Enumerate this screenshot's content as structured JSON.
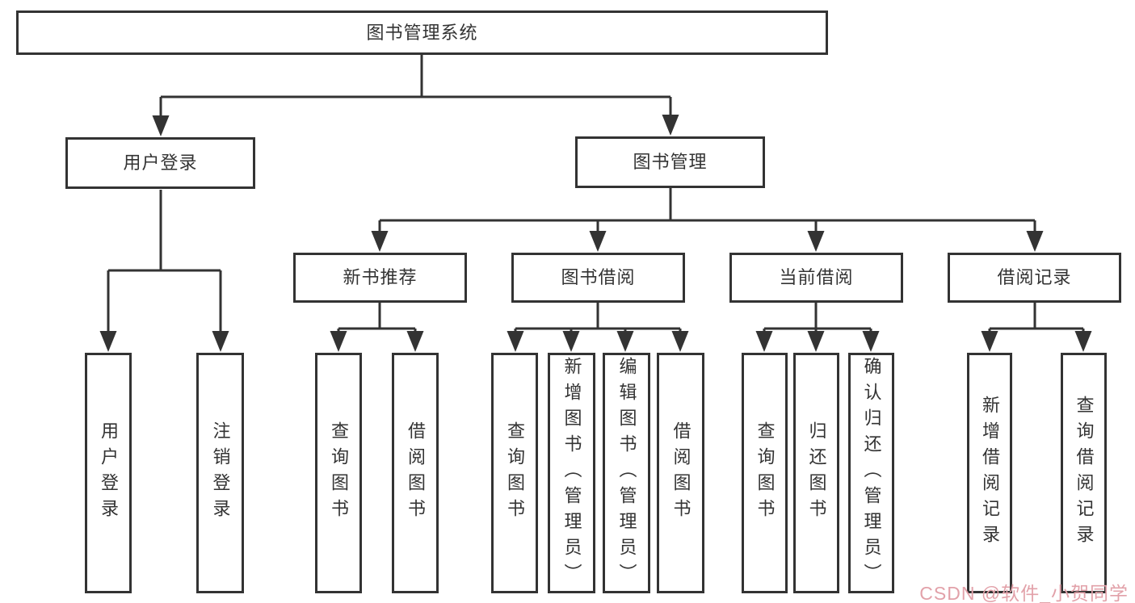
{
  "diagram_title": "图书管理系统",
  "tree": {
    "label": "图书管理系统",
    "children": [
      {
        "label": "用户登录",
        "children": [
          {
            "label": "用户登录"
          },
          {
            "label": "注销登录"
          }
        ]
      },
      {
        "label": "图书管理",
        "children": [
          {
            "label": "新书推荐",
            "children": [
              {
                "label": "查询图书"
              },
              {
                "label": "借阅图书"
              }
            ]
          },
          {
            "label": "图书借阅",
            "children": [
              {
                "label": "查询图书"
              },
              {
                "label": "新增图书（管理员）"
              },
              {
                "label": "编辑图书（管理员）"
              },
              {
                "label": "借阅图书"
              }
            ]
          },
          {
            "label": "当前借阅",
            "children": [
              {
                "label": "查询图书"
              },
              {
                "label": "归还图书"
              },
              {
                "label": "确认归还（管理员）"
              }
            ]
          },
          {
            "label": "借阅记录",
            "children": [
              {
                "label": "新增借阅记录"
              },
              {
                "label": "查询借阅记录"
              }
            ]
          }
        ]
      }
    ]
  },
  "watermark": {
    "text": "CSDN @软件_小贺同学"
  },
  "colors": {
    "line": "#333333",
    "text": "#333333",
    "bg": "#ffffff",
    "watermark": "#e2a1a9"
  }
}
